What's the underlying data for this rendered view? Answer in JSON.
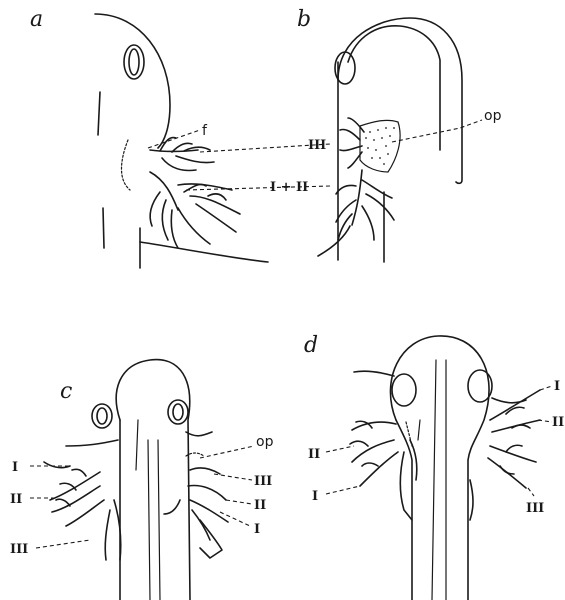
{
  "panels": {
    "a": {
      "letter": "a",
      "labels": {
        "f": "f",
        "III": "III",
        "I_II": "I + II"
      }
    },
    "b": {
      "letter": "b",
      "labels": {
        "op": "op"
      }
    },
    "c": {
      "letter": "c",
      "labels": {
        "op": "op",
        "left_I": "I",
        "left_II": "II",
        "left_III": "III",
        "right_III": "III",
        "right_II": "II",
        "right_I": "I"
      }
    },
    "d": {
      "letter": "d",
      "labels": {
        "left_II": "II",
        "left_I": "I",
        "right_I": "I",
        "right_II": "II",
        "right_III": "III"
      }
    }
  }
}
